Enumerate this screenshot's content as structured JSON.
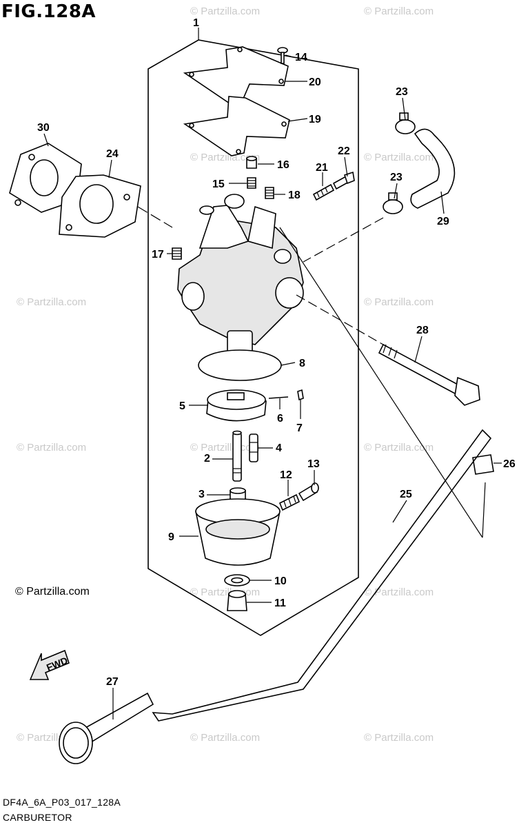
{
  "figure": {
    "title": "FIG.128A",
    "copyright": "© Partzilla.com",
    "watermark": "© Partzilla.com",
    "diagram_code": "DF4A_6A_P03_017_128A",
    "diagram_name": "CARBURETOR",
    "direction_label": "FWD"
  },
  "callouts": [
    "1",
    "2",
    "3",
    "4",
    "5",
    "6",
    "7",
    "8",
    "9",
    "10",
    "11",
    "12",
    "13",
    "14",
    "15",
    "16",
    "17",
    "18",
    "19",
    "20",
    "21",
    "22",
    "23",
    "23",
    "24",
    "25",
    "26",
    "27",
    "28",
    "29",
    "30"
  ]
}
